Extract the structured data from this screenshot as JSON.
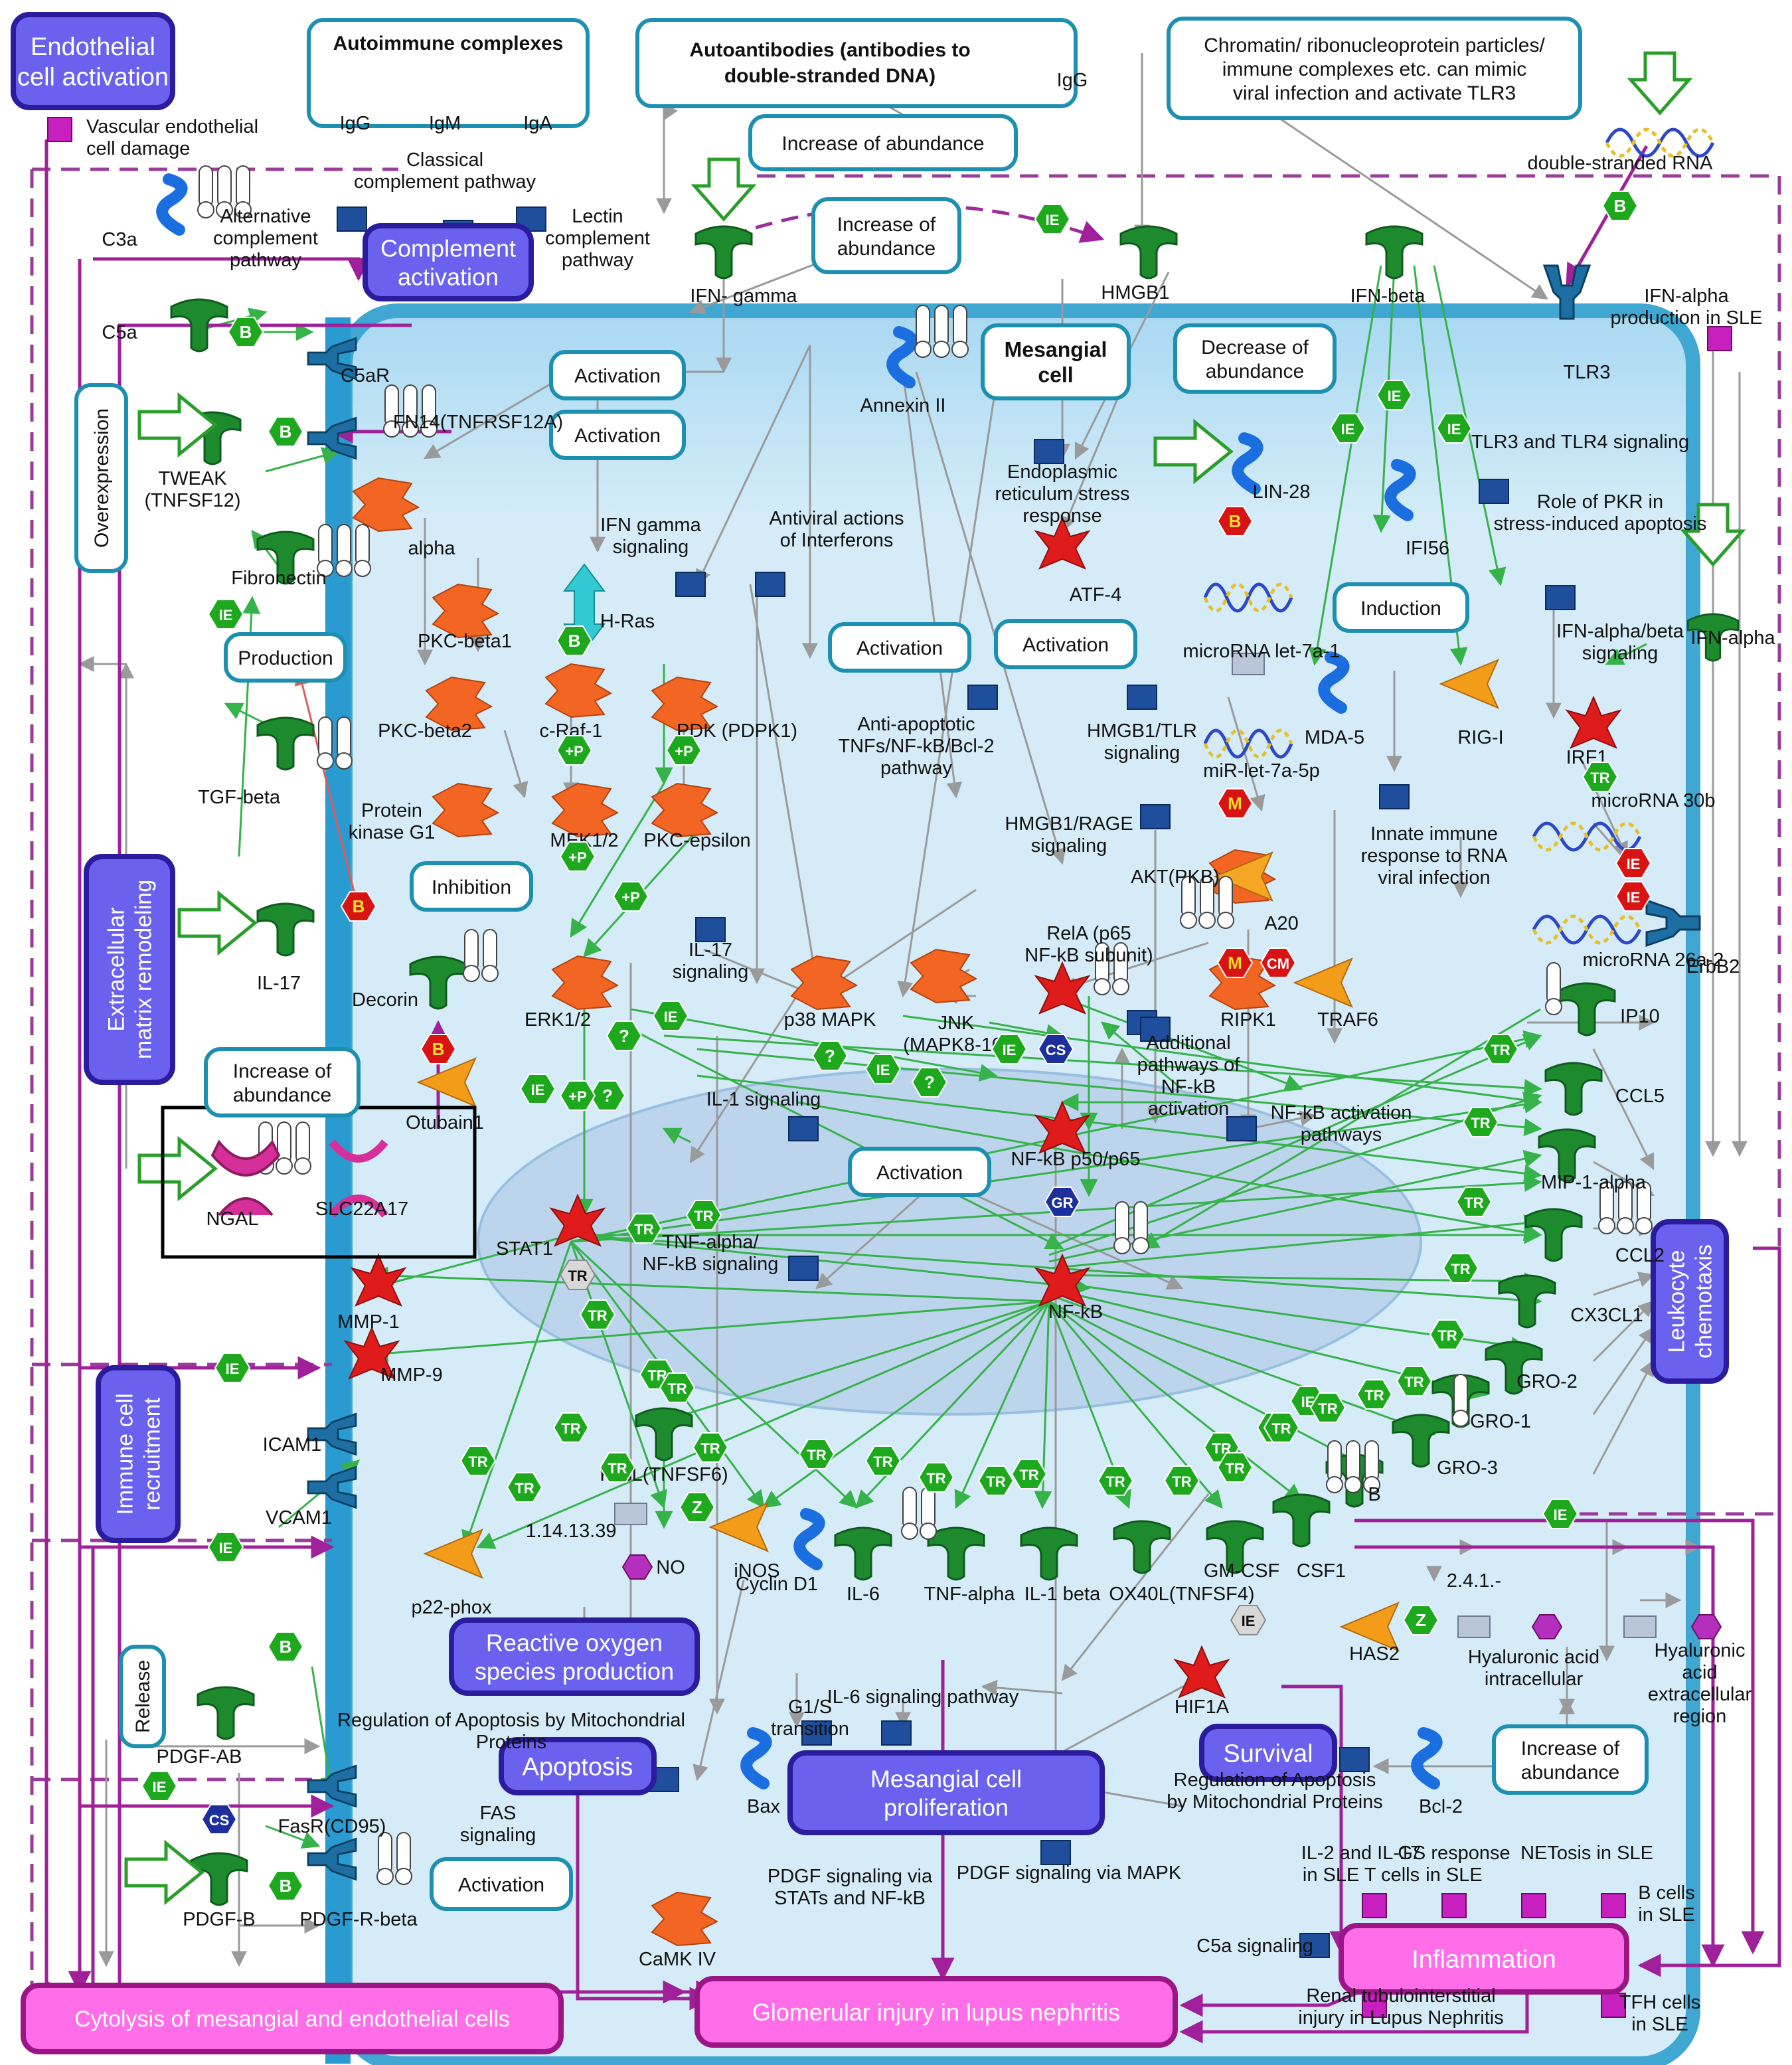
{
  "palette": {
    "cell_fill": "#d3e9f7",
    "cell_border": "#3fa7d1",
    "nucleus_fill": "#b9d2ea",
    "receptor": "#1d6fa3",
    "ligand": "#1e8a2e",
    "kinase": "#f26522",
    "tf": "#e01b1b",
    "pathway_box": "#1f4e9c",
    "process_blue": "#6a62ee",
    "process_pink": "#ff6ee8",
    "teal_box": "#1d8fb0",
    "green_arrow": "#36b24a",
    "gray_arrow": "#9a9a9a",
    "magenta": "#a0209a",
    "hex_green": "#1ea81e",
    "hex_red": "#d81313"
  },
  "processes": [
    {
      "id": "endothelial",
      "label": [
        "Endothelial",
        "cell activation"
      ]
    },
    {
      "id": "complement",
      "label": [
        "Complement",
        "activation"
      ]
    },
    {
      "id": "ecm",
      "label": [
        "Extracellular",
        "matrix remodeling"
      ]
    },
    {
      "id": "immune",
      "label": [
        "Immune cell",
        "recruitment"
      ]
    },
    {
      "id": "leukocyte",
      "label": [
        "Leukocyte",
        "chemotaxis"
      ]
    },
    {
      "id": "ros",
      "label": [
        "Reactive oxygen",
        "species production"
      ]
    },
    {
      "id": "apoptosis",
      "label": [
        "Apoptosis"
      ]
    },
    {
      "id": "mesprolif",
      "label": [
        "Mesangial cell",
        "proliferation"
      ]
    },
    {
      "id": "survival",
      "label": [
        "Survival"
      ]
    },
    {
      "id": "inflammation",
      "label": [
        "Inflammation"
      ]
    },
    {
      "id": "cytolysis",
      "label": [
        "Cytolysis of mesangial and endothelial cells"
      ]
    },
    {
      "id": "glomerular",
      "label": [
        "Glomerular injury in lupus nephritis"
      ]
    }
  ],
  "notes": [
    {
      "id": "autoimmune",
      "label": [
        "Autoimmune complexes"
      ]
    },
    {
      "id": "autoantibodies",
      "label": [
        "Autoantibodies (antibodies to",
        "double-stranded DNA)"
      ]
    },
    {
      "id": "chromatin",
      "label": [
        "Chromatin/ ribonucleoprotein particles/",
        "immune complexes etc. can mimic",
        "viral infection and activate TLR3"
      ]
    },
    {
      "id": "mesangial",
      "label": [
        "Mesangial",
        "cell"
      ]
    },
    {
      "id": "n_incr1",
      "label": [
        "Increase of abundance"
      ]
    },
    {
      "id": "n_incr2",
      "label": [
        "Increase of",
        "abundance"
      ]
    },
    {
      "id": "n_act1",
      "label": [
        "Activation"
      ]
    },
    {
      "id": "n_act2",
      "label": [
        "Activation"
      ]
    },
    {
      "id": "n_decr",
      "label": [
        "Decrease of",
        "abundance"
      ]
    },
    {
      "id": "n_overexp",
      "label": [
        "Overexpression"
      ]
    },
    {
      "id": "n_prod",
      "label": [
        "Production"
      ]
    },
    {
      "id": "n_act3",
      "label": [
        "Activation"
      ]
    },
    {
      "id": "n_act4",
      "label": [
        "Activation"
      ]
    },
    {
      "id": "n_induct",
      "label": [
        "Induction"
      ]
    },
    {
      "id": "n_inhib",
      "label": [
        "Inhibition"
      ]
    },
    {
      "id": "n_incr3",
      "label": [
        "Increase of",
        "abundance"
      ]
    },
    {
      "id": "n_act5",
      "label": [
        "Activation"
      ]
    },
    {
      "id": "n_release",
      "label": [
        "Release"
      ]
    },
    {
      "id": "n_act6",
      "label": [
        "Activation"
      ]
    },
    {
      "id": "n_incr4",
      "label": [
        "Increase of",
        "abundance"
      ]
    }
  ],
  "labels": [
    {
      "id": "l_vasc",
      "label": [
        "Vascular endothelial",
        "cell damage"
      ]
    },
    {
      "id": "l_classical",
      "label": [
        "Classical",
        "complement pathway"
      ]
    },
    {
      "id": "l_alt",
      "label": [
        "Alternative",
        "complement",
        "pathway"
      ]
    },
    {
      "id": "l_lectin",
      "label": [
        "Lectin",
        "complement",
        "pathway"
      ]
    },
    {
      "id": "l_c3a",
      "label": [
        "C3a"
      ]
    },
    {
      "id": "l_igg1",
      "label": [
        "IgG"
      ]
    },
    {
      "id": "l_igm",
      "label": [
        "IgM"
      ]
    },
    {
      "id": "l_iga",
      "label": [
        "IgA"
      ]
    },
    {
      "id": "l_igg2",
      "label": [
        "IgG"
      ]
    },
    {
      "id": "l_ifng",
      "label": [
        "IFN- gamma"
      ]
    },
    {
      "id": "l_hmgb1",
      "label": [
        "HMGB1"
      ]
    },
    {
      "id": "l_ifnb",
      "label": [
        "IFN-beta"
      ]
    },
    {
      "id": "l_dsrna",
      "label": [
        "double-stranded RNA"
      ]
    },
    {
      "id": "l_ifna_prod",
      "label": [
        "IFN-alpha",
        "production in SLE"
      ]
    },
    {
      "id": "l_c5a",
      "label": [
        "C5a"
      ]
    },
    {
      "id": "l_c5ar",
      "label": [
        "C5aR"
      ]
    },
    {
      "id": "l_annexin",
      "label": [
        "Annexin II"
      ]
    },
    {
      "id": "l_tlr3",
      "label": [
        "TLR3"
      ]
    },
    {
      "id": "l_tweak",
      "label": [
        "TWEAK",
        "(TNFSF12)"
      ]
    },
    {
      "id": "l_fn14",
      "label": [
        "FN14(TNFRSF12A)"
      ]
    },
    {
      "id": "l_er",
      "label": [
        "Endoplasmic",
        "reticulum stress",
        "response"
      ]
    },
    {
      "id": "l_lin28",
      "label": [
        "LIN-28"
      ]
    },
    {
      "id": "l_tlr34",
      "label": [
        "TLR3 and TLR4 signaling"
      ]
    },
    {
      "id": "l_pkr",
      "label": [
        "Role of PKR in",
        "stress-induced apoptosis"
      ]
    },
    {
      "id": "l_alpha",
      "label": [
        "alpha"
      ]
    },
    {
      "id": "l_ifngsig",
      "label": [
        "IFN gamma",
        "signaling"
      ]
    },
    {
      "id": "l_antiviral",
      "label": [
        "Antiviral actions",
        "of Interferons"
      ]
    },
    {
      "id": "l_atf4",
      "label": [
        "ATF-4"
      ]
    },
    {
      "id": "l_ifi56",
      "label": [
        "IFI56"
      ]
    },
    {
      "id": "l_fibro",
      "label": [
        "Fibronectin"
      ]
    },
    {
      "id": "l_hras",
      "label": [
        "H-Ras"
      ]
    },
    {
      "id": "l_pkcb1",
      "label": [
        "PKC-beta1"
      ]
    },
    {
      "id": "l_let7a1",
      "label": [
        "microRNA let-7a-1"
      ]
    },
    {
      "id": "l_ifnab",
      "label": [
        "IFN-alpha/beta",
        "signaling"
      ]
    },
    {
      "id": "l_ifna",
      "label": [
        "IFN-alpha"
      ]
    },
    {
      "id": "l_pkcb2",
      "label": [
        "PKC-beta2"
      ]
    },
    {
      "id": "l_craf",
      "label": [
        "c-Raf-1"
      ]
    },
    {
      "id": "l_pdk",
      "label": [
        "PDK (PDPK1)"
      ]
    },
    {
      "id": "l_antiapop",
      "label": [
        "Anti-apoptotic",
        "TNFs/NF-kB/Bcl-2",
        "pathway"
      ]
    },
    {
      "id": "l_hmgtlr",
      "label": [
        "HMGB1/TLR",
        "signaling"
      ]
    },
    {
      "id": "l_mirlet",
      "label": [
        "miR-let-7a-5p"
      ]
    },
    {
      "id": "l_mda5",
      "label": [
        "MDA-5"
      ]
    },
    {
      "id": "l_rigi",
      "label": [
        "RIG-I"
      ]
    },
    {
      "id": "l_irf1",
      "label": [
        "IRF1"
      ]
    },
    {
      "id": "l_tgfb",
      "label": [
        "TGF-beta"
      ]
    },
    {
      "id": "l_pkg1",
      "label": [
        "Protein",
        "kinase G1"
      ]
    },
    {
      "id": "l_mek",
      "label": [
        "MEK1/2"
      ]
    },
    {
      "id": "l_pkce",
      "label": [
        "PKC-epsilon"
      ]
    },
    {
      "id": "l_hmgrage",
      "label": [
        "HMGB1/RAGE",
        "signaling"
      ]
    },
    {
      "id": "l_innate",
      "label": [
        "Innate immune",
        "response to RNA",
        "viral infection"
      ]
    },
    {
      "id": "l_mir30b",
      "label": [
        "microRNA 30b"
      ]
    },
    {
      "id": "l_akt",
      "label": [
        "AKT(PKB)"
      ]
    },
    {
      "id": "l_a20",
      "label": [
        "A20"
      ]
    },
    {
      "id": "l_erbb2",
      "label": [
        "ErbB2"
      ]
    },
    {
      "id": "l_il17",
      "label": [
        "IL-17"
      ]
    },
    {
      "id": "l_il17sig",
      "label": [
        "IL-17",
        "signaling"
      ]
    },
    {
      "id": "l_rela",
      "label": [
        "RelA (p65",
        "NF-kB subunit)"
      ]
    },
    {
      "id": "l_mir26",
      "label": [
        "microRNA 26a-2"
      ]
    },
    {
      "id": "l_decorin",
      "label": [
        "Decorin"
      ]
    },
    {
      "id": "l_erk",
      "label": [
        "ERK1/2"
      ]
    },
    {
      "id": "l_p38",
      "label": [
        "p38 MAPK"
      ]
    },
    {
      "id": "l_jnk",
      "label": [
        "JNK",
        "(MAPK8-10)"
      ]
    },
    {
      "id": "l_ripk1",
      "label": [
        "RIPK1"
      ]
    },
    {
      "id": "l_traf6",
      "label": [
        "TRAF6"
      ]
    },
    {
      "id": "l_ip10",
      "label": [
        "IP10"
      ]
    },
    {
      "id": "l_addnfkb",
      "label": [
        "Additional",
        "pathways of",
        "NF-kB",
        "activation"
      ]
    },
    {
      "id": "l_otubain",
      "label": [
        "Otubain1"
      ]
    },
    {
      "id": "l_il1sig",
      "label": [
        "IL-1 signaling"
      ]
    },
    {
      "id": "l_ccl5",
      "label": [
        "CCL5"
      ]
    },
    {
      "id": "l_nfkbp",
      "label": [
        "NF-kB p50/p65"
      ]
    },
    {
      "id": "l_nfkbact",
      "label": [
        "NF-kB activation",
        "pathways"
      ]
    },
    {
      "id": "l_mip1",
      "label": [
        "MIP-1-alpha"
      ]
    },
    {
      "id": "l_ngal",
      "label": [
        "NGAL"
      ]
    },
    {
      "id": "l_slc",
      "label": [
        "SLC22A17"
      ]
    },
    {
      "id": "l_stat1",
      "label": [
        "STAT1"
      ]
    },
    {
      "id": "l_tnfnfkb",
      "label": [
        "TNF-alpha/",
        "NF-kB signaling"
      ]
    },
    {
      "id": "l_ccl2",
      "label": [
        "CCL2"
      ]
    },
    {
      "id": "l_mmp1",
      "label": [
        "MMP-1"
      ]
    },
    {
      "id": "l_nfkb",
      "label": [
        "NF-kB"
      ]
    },
    {
      "id": "l_cx3",
      "label": [
        "CX3CL1"
      ]
    },
    {
      "id": "l_mmp9",
      "label": [
        "MMP-9"
      ]
    },
    {
      "id": "l_gro2",
      "label": [
        "GRO-2"
      ]
    },
    {
      "id": "l_gro1",
      "label": [
        "GRO-1"
      ]
    },
    {
      "id": "l_icam",
      "label": [
        "ICAM1"
      ]
    },
    {
      "id": "l_fasl",
      "label": [
        "FasL(TNFSF6)"
      ]
    },
    {
      "id": "l_gro3",
      "label": [
        "GRO-3"
      ]
    },
    {
      "id": "l_vcam",
      "label": [
        "VCAM1"
      ]
    },
    {
      "id": "l_11413",
      "label": [
        "1.14.13.39"
      ]
    },
    {
      "id": "l_pb",
      "label": [
        "B"
      ]
    },
    {
      "id": "l_p22",
      "label": [
        "p22-phox"
      ]
    },
    {
      "id": "l_no",
      "label": [
        "NO"
      ]
    },
    {
      "id": "l_inos",
      "label": [
        "iNOS"
      ]
    },
    {
      "id": "l_cyclin",
      "label": [
        "Cyclin D1"
      ]
    },
    {
      "id": "l_il6",
      "label": [
        "IL-6"
      ]
    },
    {
      "id": "l_tnfa",
      "label": [
        "TNF-alpha"
      ]
    },
    {
      "id": "l_il1b",
      "label": [
        "IL-1 beta"
      ]
    },
    {
      "id": "l_ox40",
      "label": [
        "OX40L(TNFSF4)"
      ]
    },
    {
      "id": "l_gmcsf",
      "label": [
        "GM-CSF"
      ]
    },
    {
      "id": "l_csf1",
      "label": [
        "CSF1"
      ]
    },
    {
      "id": "l_241",
      "label": [
        "2.4.1.-"
      ]
    },
    {
      "id": "l_has2",
      "label": [
        "HAS2"
      ]
    },
    {
      "id": "l_hyal_in",
      "label": [
        "Hyaluronic acid",
        "intracellular"
      ]
    },
    {
      "id": "l_hyal_ex",
      "label": [
        "Hyaluronic",
        "acid",
        "extracellular",
        "region"
      ]
    },
    {
      "id": "l_hif1a",
      "label": [
        "HIF1A"
      ]
    },
    {
      "id": "l_g1s",
      "label": [
        "G1/S",
        "transition"
      ]
    },
    {
      "id": "l_il6sig",
      "label": [
        "IL-6 signaling pathway"
      ]
    },
    {
      "id": "l_pdgfab",
      "label": [
        "PDGF-AB"
      ]
    },
    {
      "id": "l_regapop1",
      "label": [
        "Regulation of Apoptosis by Mitochondrial",
        "Proteins"
      ]
    },
    {
      "id": "l_fasr",
      "label": [
        "FasR(CD95)"
      ]
    },
    {
      "id": "l_fassig",
      "label": [
        "FAS",
        "signaling"
      ]
    },
    {
      "id": "l_bax",
      "label": [
        "Bax"
      ]
    },
    {
      "id": "l_regapop2",
      "label": [
        "Regulation of Apoptosis",
        "by Mitochondrial Proteins"
      ]
    },
    {
      "id": "l_bcl2",
      "label": [
        "Bcl-2"
      ]
    },
    {
      "id": "l_pdgfstat",
      "label": [
        "PDGF signaling via",
        "STATs and NF-kB"
      ]
    },
    {
      "id": "l_pdgfmapk",
      "label": [
        "PDGF signaling via MAPK"
      ]
    },
    {
      "id": "l_il2",
      "label": [
        "IL-2 and IL-17",
        "in SLE T cells"
      ]
    },
    {
      "id": "l_gs",
      "label": [
        "GS response",
        "in SLE"
      ]
    },
    {
      "id": "l_netosis",
      "label": [
        "NETosis in SLE"
      ]
    },
    {
      "id": "l_pdgfb",
      "label": [
        "PDGF-B"
      ]
    },
    {
      "id": "l_pdgfrb",
      "label": [
        "PDGF-R-beta"
      ]
    },
    {
      "id": "l_camk",
      "label": [
        "CaMK IV"
      ]
    },
    {
      "id": "l_bcells",
      "label": [
        "B cells",
        "in SLE"
      ]
    },
    {
      "id": "l_c5asig",
      "label": [
        "C5a signaling"
      ]
    },
    {
      "id": "l_renal",
      "label": [
        "Renal tubulointerstitial",
        "injury in Lupus Nephritis"
      ]
    },
    {
      "id": "l_tfh",
      "label": [
        "TFH cells",
        "in SLE"
      ]
    }
  ],
  "hexagons": [
    {
      "t": "B",
      "c": "g"
    },
    {
      "t": "B",
      "c": "g"
    },
    {
      "t": "B",
      "c": "g"
    },
    {
      "t": "IE",
      "c": "g"
    },
    {
      "t": "IE",
      "c": "g"
    },
    {
      "t": "IE",
      "c": "g"
    },
    {
      "t": "IE",
      "c": "g"
    },
    {
      "t": "IE",
      "c": "g"
    },
    {
      "t": "B",
      "c": "r"
    },
    {
      "t": "B",
      "c": "g"
    },
    {
      "t": "+P",
      "c": "g"
    },
    {
      "t": "+P",
      "c": "g"
    },
    {
      "t": "+P",
      "c": "g"
    },
    {
      "t": "+P",
      "c": "g"
    },
    {
      "t": "B",
      "c": "r"
    },
    {
      "t": "M",
      "c": "r"
    },
    {
      "t": "TR",
      "c": "g"
    },
    {
      "t": "IE",
      "c": "r"
    },
    {
      "t": "IE",
      "c": "r"
    },
    {
      "t": "M",
      "c": "r"
    },
    {
      "t": "CM",
      "c": "r"
    },
    {
      "t": "B",
      "c": "r"
    },
    {
      "t": "IE",
      "c": "g"
    },
    {
      "t": "?",
      "c": "g"
    },
    {
      "t": "?",
      "c": "g"
    },
    {
      "t": "IE",
      "c": "g"
    },
    {
      "t": "?",
      "c": "g"
    },
    {
      "t": "IE",
      "c": "g"
    },
    {
      "t": "?",
      "c": "g"
    },
    {
      "t": "IE",
      "c": "g"
    },
    {
      "t": "+P",
      "c": "g"
    },
    {
      "t": "CS",
      "c": "b"
    },
    {
      "t": "GR",
      "c": "b"
    },
    {
      "t": "TR",
      "c": "g"
    },
    {
      "t": "TR",
      "c": "g"
    },
    {
      "t": "TR",
      "c": "g"
    },
    {
      "t": "TR",
      "c": "g"
    },
    {
      "t": "TR",
      "c": "g"
    },
    {
      "t": "TR",
      "c": "g"
    },
    {
      "t": "TR",
      "c": "g"
    },
    {
      "t": "TR",
      "c": "g"
    },
    {
      "t": "TR",
      "c": "g"
    },
    {
      "t": "TR",
      "c": "g"
    },
    {
      "t": "TR",
      "c": "g"
    },
    {
      "t": "TR",
      "c": "g"
    },
    {
      "t": "IE",
      "c": "g"
    },
    {
      "t": "TR",
      "c": "g"
    },
    {
      "t": "TR",
      "c": "g"
    },
    {
      "t": "TR",
      "c": "g"
    },
    {
      "t": "TR",
      "c": "g"
    },
    {
      "t": "TR",
      "c": "g"
    },
    {
      "t": "TR",
      "c": "g"
    },
    {
      "t": "TR",
      "c": "g"
    },
    {
      "t": "TR",
      "c": "g"
    },
    {
      "t": "TR",
      "c": "g"
    },
    {
      "t": "TR",
      "c": "g"
    },
    {
      "t": "TR",
      "c": "g"
    },
    {
      "t": "TR",
      "c": "g"
    },
    {
      "t": "Z",
      "c": "g"
    },
    {
      "t": "TR",
      "c": "g"
    },
    {
      "t": "TR",
      "c": "g"
    },
    {
      "t": "TR",
      "c": "g"
    },
    {
      "t": "TR",
      "c": "g"
    },
    {
      "t": "TR",
      "c": "g"
    },
    {
      "t": "IE",
      "c": "g"
    },
    {
      "t": "IE",
      "c": "g"
    },
    {
      "t": "B",
      "c": "g"
    },
    {
      "t": "IE",
      "c": "g"
    },
    {
      "t": "CS",
      "c": "b"
    },
    {
      "t": "B",
      "c": "g"
    },
    {
      "t": "Z",
      "c": "g"
    },
    {
      "t": "IE",
      "c": "g"
    },
    {
      "t": "TR",
      "c": "w"
    },
    {
      "t": "IE",
      "c": "w"
    }
  ]
}
